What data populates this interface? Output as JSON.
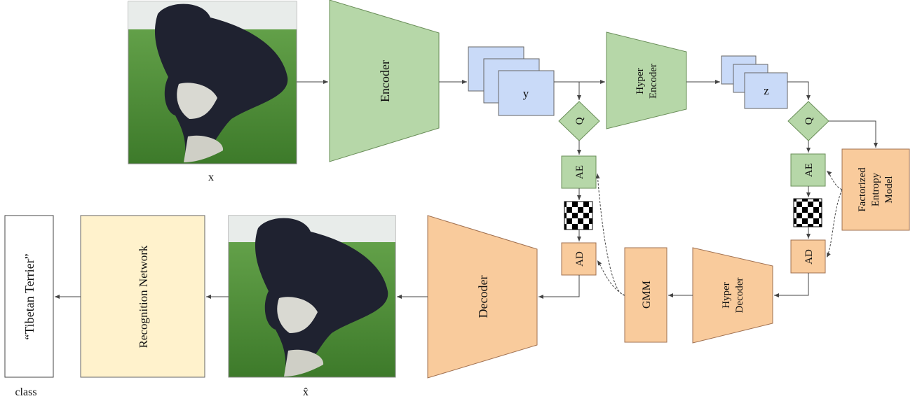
{
  "blocks": {
    "encoder": "Encoder",
    "hyper_encoder_1": "Hyper",
    "hyper_encoder_2": "Encoder",
    "decoder": "Decoder",
    "hyper_decoder_1": "Hyper",
    "hyper_decoder_2": "Decoder",
    "gmm": "GMM",
    "recognition": "Recognition Network",
    "factorized_1": "Factorized",
    "factorized_2": "Entropy",
    "factorized_3": "Model",
    "q_left": "Q",
    "q_right": "Q",
    "ae_left": "AE",
    "ae_right": "AE",
    "ad_left": "AD",
    "ad_right": "AD",
    "class_output": "“Tibetan Terrier”"
  },
  "labels": {
    "x": "x",
    "x_hat": "x̂",
    "class": "class",
    "y": "y",
    "z": "z"
  },
  "colors": {
    "green": "#b6d7a8",
    "green_stroke": "#6b8f5a",
    "blue": "#c9daf8",
    "orange": "#f9cb9c",
    "yellow": "#fff2cc"
  },
  "icons": {
    "input_image": "dog-photo",
    "output_image": "dog-photo-reconstructed",
    "bitstream": "checkerboard-bitstream-icon"
  }
}
